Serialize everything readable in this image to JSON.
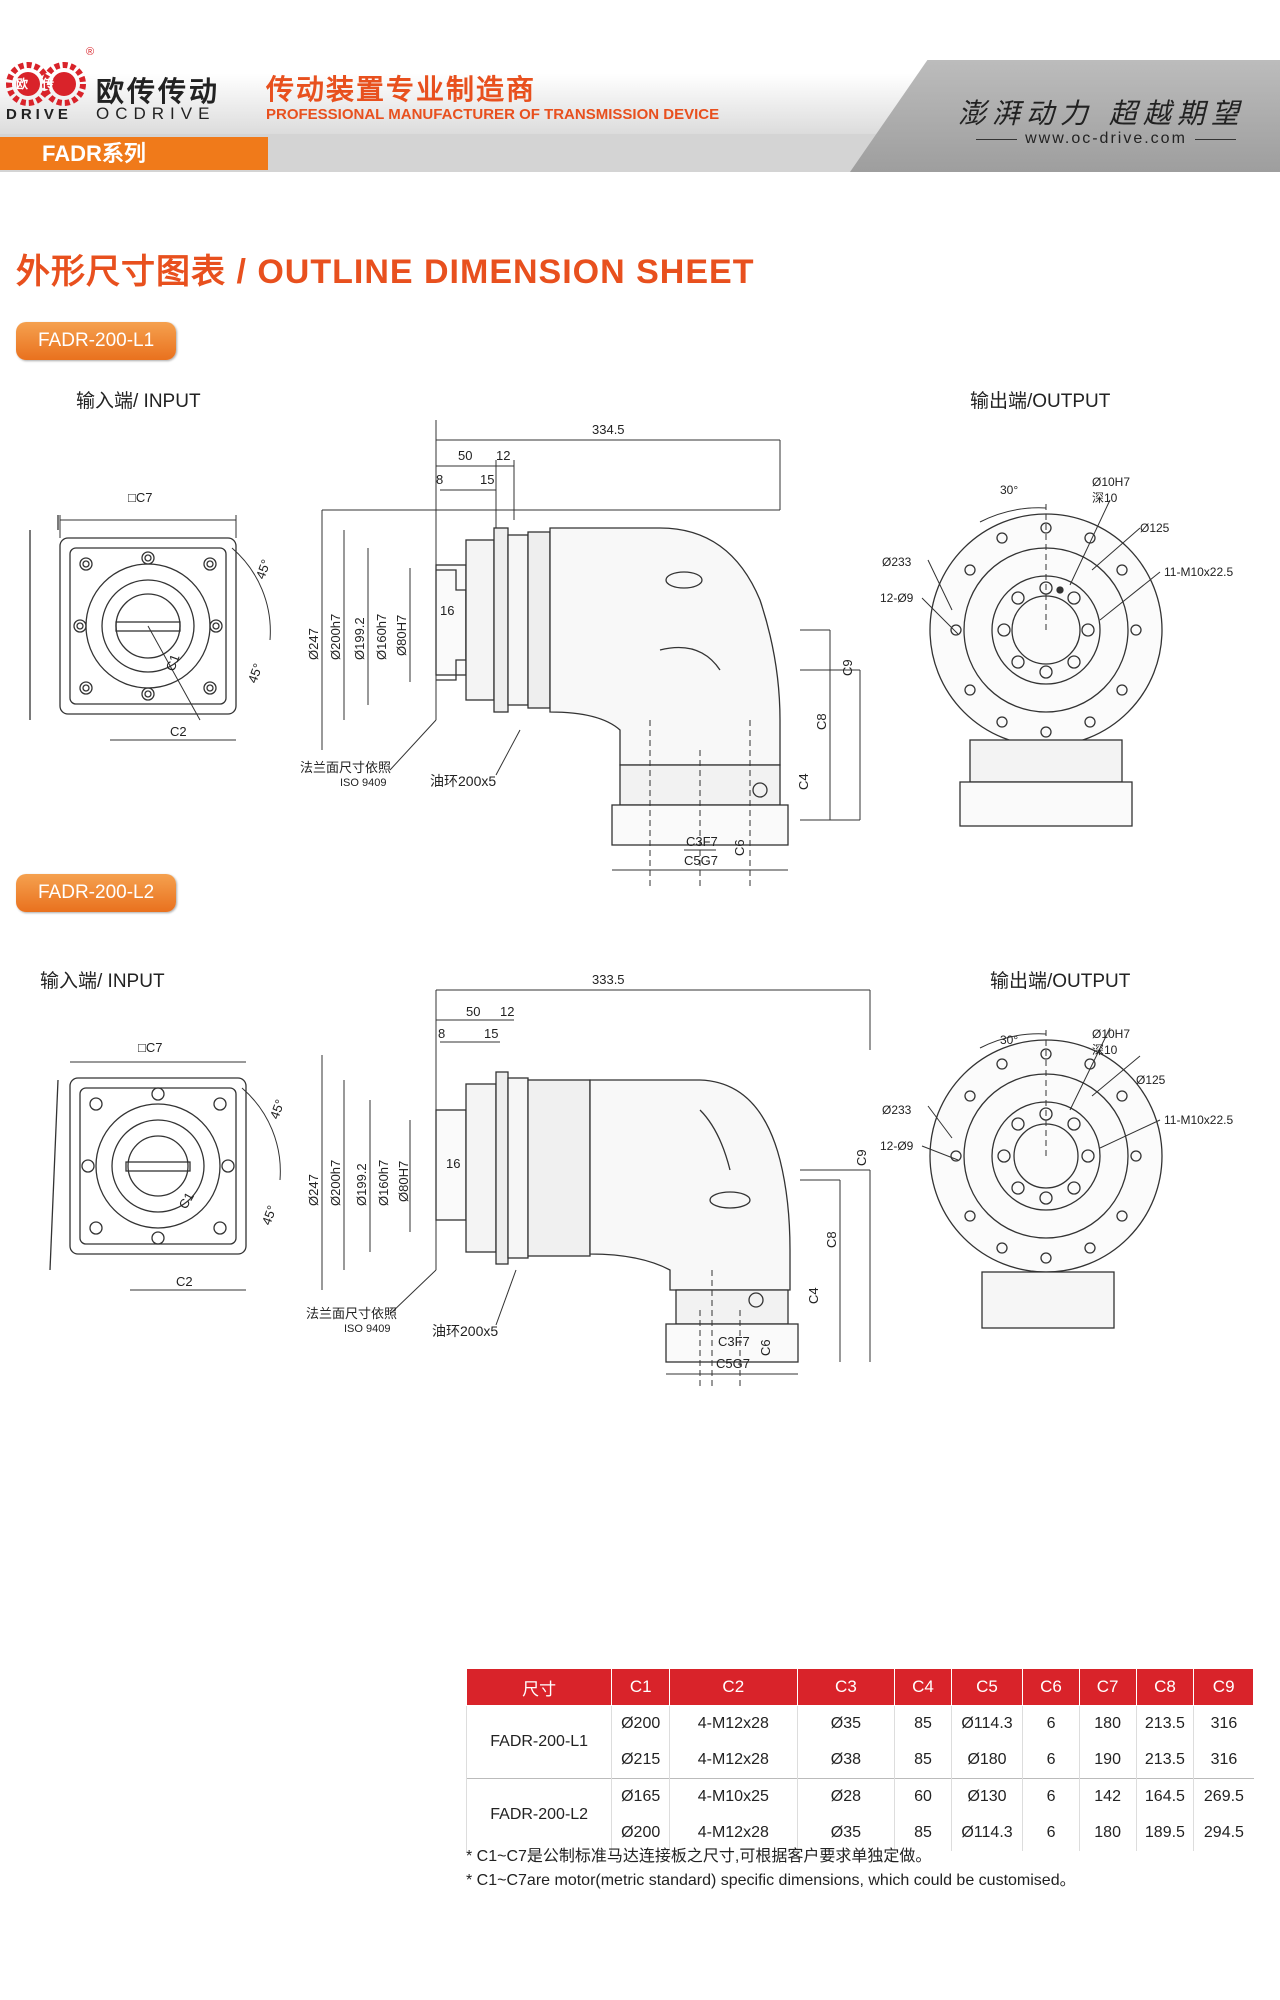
{
  "header": {
    "logo_mark": "欧传",
    "logo_registered": "®",
    "brand_cn": "欧传传动",
    "brand_en_left": "DRIVE",
    "brand_en_right": "OCDRIVE",
    "subtitle_cn": "传动装置专业制造商",
    "subtitle_en": "PROFESSIONAL MANUFACTURER OF TRANSMISSION DEVICE",
    "slogan": "澎湃动力 超越期望",
    "website": "www.oc-drive.com",
    "series_tab": "FADR系列"
  },
  "colors": {
    "accent": "#e8501e",
    "tab": "#f07a1a",
    "table_header": "#d9232a"
  },
  "section_title": "外形尺寸图表 / OUTLINE DIMENSION SHEET",
  "models": [
    {
      "name": "FADR-200-L1",
      "input_label": "输入端/ INPUT",
      "output_label": "输出端/OUTPUT",
      "dims": {
        "total_length": "334.5",
        "d50": "50",
        "d12": "12",
        "d8": "8",
        "d15": "15",
        "d16": "16",
        "c7": "□C7",
        "c1": "C1",
        "c2": "C2",
        "c3": "C3F7",
        "c4": "C4",
        "c5": "C5G7",
        "c6": "C6",
        "c8": "C8",
        "c9": "C9",
        "d247": "Ø247",
        "d200": "Ø200h7",
        "d199": "Ø199.2",
        "d160": "Ø160h7",
        "d80": "Ø80H7",
        "angle45": "45°",
        "angle30": "30°",
        "o_d10": "Ø10H7",
        "o_depth": "深10",
        "o_d125": "Ø125",
        "o_d233": "Ø233",
        "o_12d9": "12-Ø9",
        "o_m10": "11-M10x22.5",
        "flange_note_cn": "法兰面尺寸依照",
        "flange_note_en": "ISO 9409",
        "oil_ring": "油环200x5"
      }
    },
    {
      "name": "FADR-200-L2",
      "input_label": "输入端/ INPUT",
      "output_label": "输出端/OUTPUT",
      "dims": {
        "total_length": "333.5",
        "d50": "50",
        "d12": "12",
        "d8": "8",
        "d15": "15",
        "d16": "16",
        "c7": "□C7",
        "c1": "C1",
        "c2": "C2",
        "c3": "C3F7",
        "c4": "C4",
        "c5": "C5G7",
        "c6": "C6",
        "c8": "C8",
        "c9": "C9",
        "d247": "Ø247",
        "d200": "Ø200h7",
        "d199": "Ø199.2",
        "d160": "Ø160h7",
        "d80": "Ø80H7",
        "angle45": "45°",
        "angle30": "30°",
        "o_d10": "Ø10H7",
        "o_depth": "深10",
        "o_d125": "Ø125",
        "o_d233": "Ø233",
        "o_12d9": "12-Ø9",
        "o_m10": "11-M10x22.5",
        "flange_note_cn": "法兰面尺寸依照",
        "flange_note_en": "ISO 9409",
        "oil_ring": "油环200x5"
      }
    }
  ],
  "table": {
    "headers": [
      "尺寸",
      "C1",
      "C2",
      "C3",
      "C4",
      "C5",
      "C6",
      "C7",
      "C8",
      "C9"
    ],
    "groups": [
      {
        "model": "FADR-200-L1",
        "rows": [
          [
            "Ø200",
            "4-M12x28",
            "Ø35",
            "85",
            "Ø114.3",
            "6",
            "180",
            "213.5",
            "316"
          ],
          [
            "Ø215",
            "4-M12x28",
            "Ø38",
            "85",
            "Ø180",
            "6",
            "190",
            "213.5",
            "316"
          ]
        ]
      },
      {
        "model": "FADR-200-L2",
        "rows": [
          [
            "Ø165",
            "4-M10x25",
            "Ø28",
            "60",
            "Ø130",
            "6",
            "142",
            "164.5",
            "269.5"
          ],
          [
            "Ø200",
            "4-M12x28",
            "Ø35",
            "85",
            "Ø114.3",
            "6",
            "180",
            "189.5",
            "294.5"
          ]
        ]
      }
    ]
  },
  "notes": [
    "* C1~C7是公制标准马达连接板之尺寸,可根据客户要求单独定做。",
    "* C1~C7are motor(metric standard)  specific dimensions, which could be customised。"
  ]
}
